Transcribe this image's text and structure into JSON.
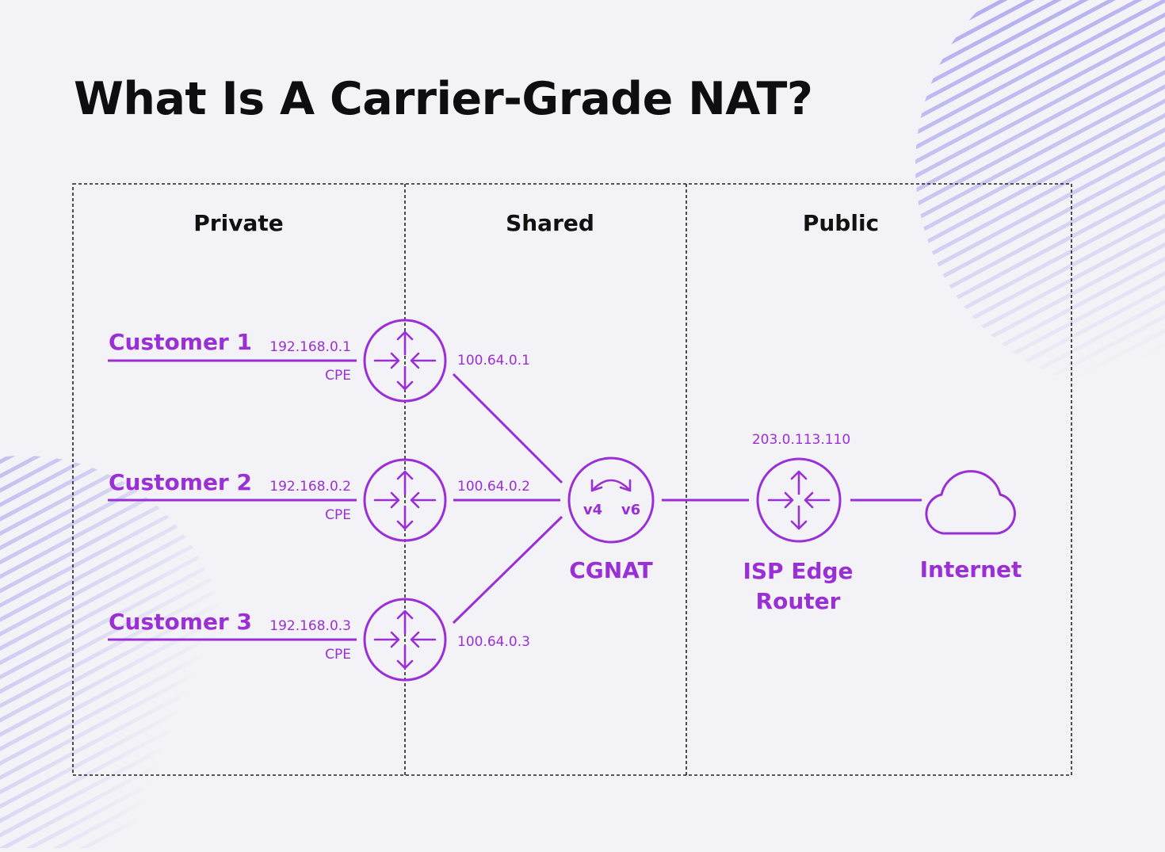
{
  "title": "What Is A Carrier-Grade NAT?",
  "colors": {
    "accent": "#9a2fd6",
    "border": "#222222",
    "background": "#f3f3f7",
    "stripes": "#a9a4ee"
  },
  "zones": {
    "private": "Private",
    "shared": "Shared",
    "public": "Public"
  },
  "customers": [
    {
      "name": "Customer 1",
      "private_ip": "192.168.0.1",
      "device": "CPE",
      "shared_ip": "100.64.0.1"
    },
    {
      "name": "Customer 2",
      "private_ip": "192.168.0.2",
      "device": "CPE",
      "shared_ip": "100.64.0.2"
    },
    {
      "name": "Customer 3",
      "private_ip": "192.168.0.3",
      "device": "CPE",
      "shared_ip": "100.64.0.3"
    }
  ],
  "cgnat": {
    "label": "CGNAT",
    "v4": "v4",
    "v6": "v6"
  },
  "edge_router": {
    "label_line1": "ISP Edge",
    "label_line2": "Router",
    "public_ip": "203.0.113.110"
  },
  "internet": {
    "label": "Internet"
  },
  "icons": {
    "router": "router-arrows-icon",
    "nat": "ipv4-ipv6-swap-icon",
    "cloud": "cloud-icon"
  }
}
